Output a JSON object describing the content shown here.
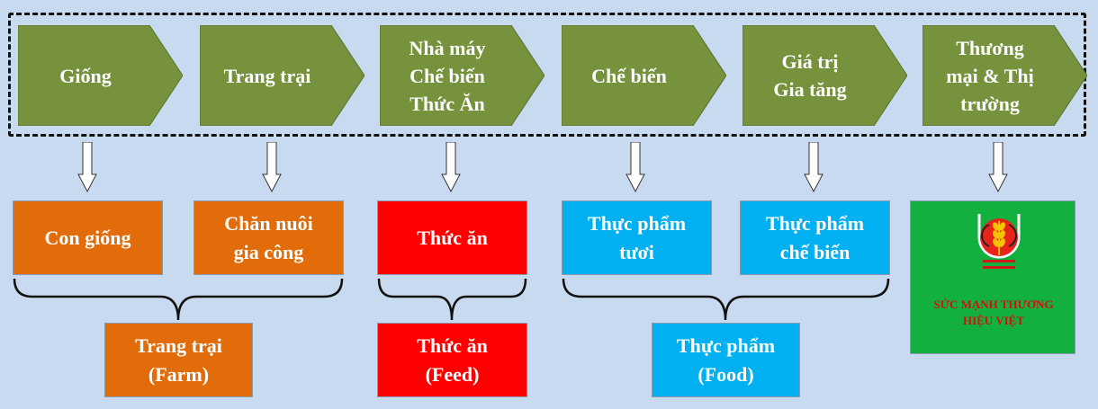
{
  "colors": {
    "chevron": "#76923c",
    "orange": "#e36c0a",
    "red": "#ff0000",
    "blue": "#00b0f0",
    "green": "#12b13f",
    "slogan": "#d31010",
    "background": "#c8daf0"
  },
  "chain": [
    {
      "label": "Giống"
    },
    {
      "label": "Trang trại"
    },
    {
      "label": "Nhà máy\nChế biến\nThức Ăn"
    },
    {
      "label": "Chế biến"
    },
    {
      "label": "Giá trị\nGia tăng"
    },
    {
      "label": "Thương\nmại & Thị\ntrường"
    }
  ],
  "outputs": [
    {
      "label": "Con giống"
    },
    {
      "label": "Chăn nuôi\ngia công"
    },
    {
      "label": "Thức ăn"
    },
    {
      "label": "Thực phẩm\ntươi"
    },
    {
      "label": "Thực phẩm\nchế biến"
    }
  ],
  "groups": [
    {
      "label": "Trang trại\n(Farm)"
    },
    {
      "label": "Thức ăn\n(Feed)"
    },
    {
      "label": "Thực phẩm\n(Food)"
    }
  ],
  "brand": {
    "logo_icon": "wheat-logo-icon",
    "slogan": "SỨC MẠNH THƯƠNG\nHIỆU VIỆT"
  }
}
